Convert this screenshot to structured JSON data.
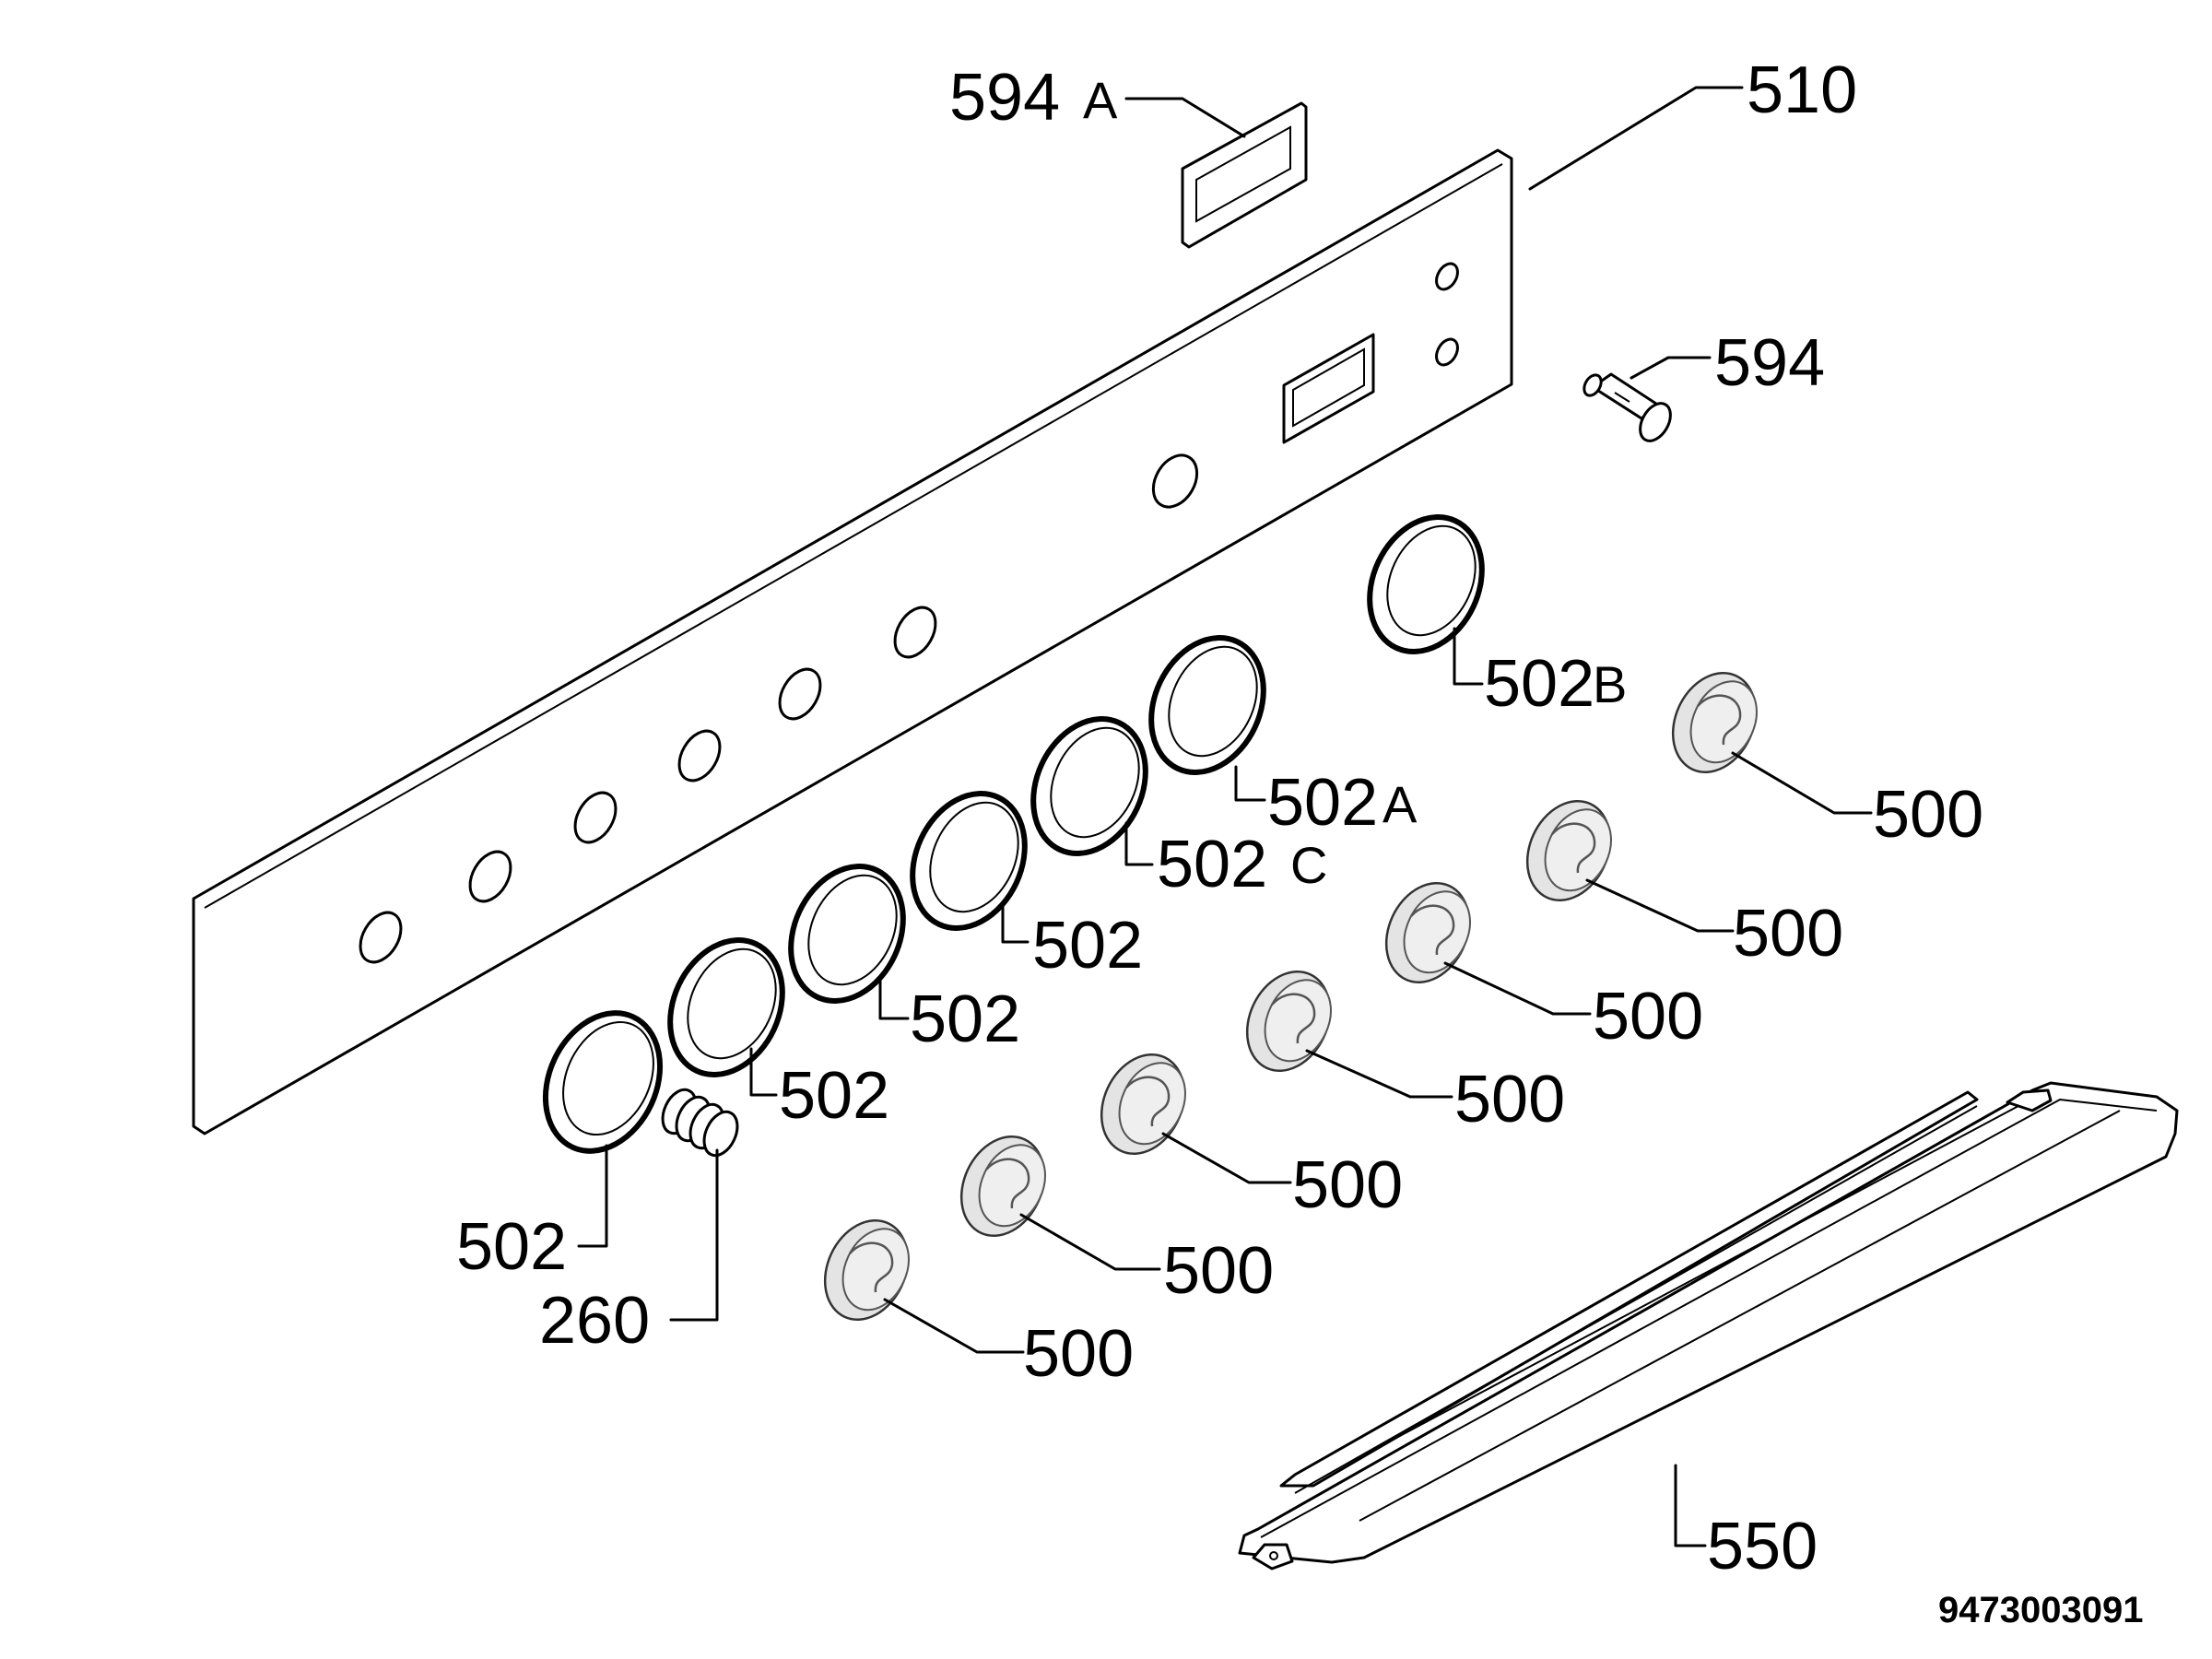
{
  "labels": {
    "p594a_num": "594",
    "p594a_letter": "A",
    "p510": "510",
    "p594": "594",
    "p502b_num": "502",
    "p502b_letter": "B",
    "p502a_num": "502",
    "p502a_letter": "A",
    "p502c_num": "502",
    "p502c_letter": "C",
    "p502_1": "502",
    "p502_2": "502",
    "p502_3": "502",
    "p502_4": "502",
    "p260": "260",
    "p500_1": "500",
    "p500_2": "500",
    "p500_3": "500",
    "p500_4": "500",
    "p500_5": "500",
    "p500_6": "500",
    "p500_7": "500",
    "p550": "550"
  },
  "document_number": "9473003091"
}
